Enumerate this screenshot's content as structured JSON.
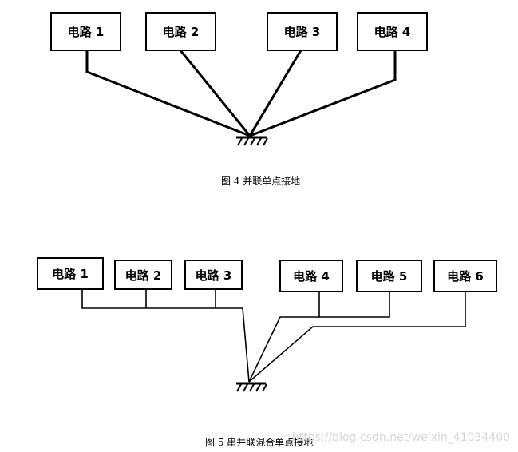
{
  "figure4": {
    "circuits": [
      "电路 1",
      "电路 2",
      "电路 3",
      "电路 4"
    ],
    "caption": "图 4  并联单点接地"
  },
  "figure5": {
    "circuits": [
      "电路 1",
      "电路 2",
      "电路 3",
      "电路 4",
      "电路 5",
      "电路 6"
    ],
    "caption": "图 5  串并联混合单点接地"
  },
  "watermark": "https://blog.csdn.net/weixin_41034400",
  "colors": {
    "line": "#000000",
    "background": "#ffffff",
    "watermark": "#d6d6d6"
  }
}
